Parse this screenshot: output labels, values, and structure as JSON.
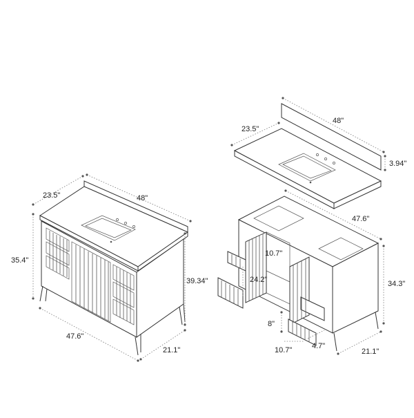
{
  "dimensions": {
    "left_top_depth": "23.5\"",
    "left_top_width": "48\"",
    "left_total_height": "35.4\"",
    "left_side_height": "39.34\"",
    "left_base_width": "47.6\"",
    "left_base_depth": "21.1\"",
    "right_top_depth": "23.5\"",
    "right_top_width": "48\"",
    "right_backsplash_height": "3.94\"",
    "right_cabinet_width": "47.6\"",
    "right_cabinet_height": "34.3\"",
    "right_cabinet_depth": "21.1\"",
    "door_width": "10.7\"",
    "door_height": "24.2\"",
    "drawer_height": "8\"",
    "drawer_width": "10.7\"",
    "drawer_depth": "4.7\""
  },
  "colors": {
    "line": "#333333",
    "background": "#ffffff"
  }
}
